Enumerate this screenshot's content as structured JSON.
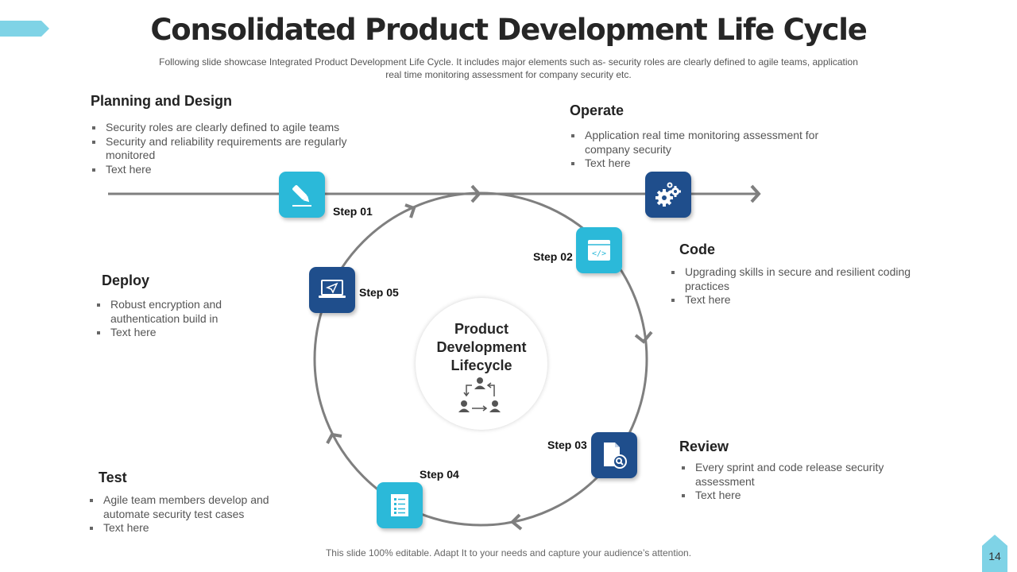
{
  "slide": {
    "title": "Consolidated Product Development Life Cycle",
    "subtitle": "Following slide showcase Integrated  Product Development  Life Cycle. It includes major elements such as- security roles are clearly defined to agile teams, application real time monitoring  assessment  for company security  etc.",
    "footer": "This slide 100% editable. Adapt  It to your needs and capture your audience’s attention.",
    "page_number": "14",
    "colors": {
      "accent_teal": "#2bb9d9",
      "accent_navy": "#1f4e8c",
      "connector_gray": "#7f7f7f",
      "tab_light_blue": "#7fd3e6"
    }
  },
  "center": {
    "title": "Product Development Lifecycle",
    "icon": "team-cycle-icon"
  },
  "sections": {
    "planning": {
      "title": "Planning and Design",
      "bullets": [
        "Security roles are clearly defined to agile teams",
        "Security and reliability  requirements are regularly monitored",
        "Text here"
      ]
    },
    "operate": {
      "title": "Operate",
      "bullets": [
        "Application  real time monitoring assessment for company security",
        "Text here"
      ]
    },
    "code": {
      "title": "Code",
      "bullets": [
        "Upgrading  skills in secure and resilient coding practices",
        "Text here"
      ]
    },
    "deploy": {
      "title": "Deploy",
      "bullets": [
        "Robust encryption and authentication build in",
        "Text here"
      ]
    },
    "review": {
      "title": "Review",
      "bullets": [
        "Every sprint and code release security assessment",
        "Text here"
      ]
    },
    "test": {
      "title": "Test",
      "bullets": [
        "Agile  team members develop and automate security test cases",
        "Text here"
      ]
    }
  },
  "steps": [
    {
      "label": "Step 01",
      "icon": "pen-icon"
    },
    {
      "label": "Step 02",
      "icon": "code-window-icon"
    },
    {
      "label": "Step 03",
      "icon": "document-search-icon"
    },
    {
      "label": "Step 04",
      "icon": "checklist-icon"
    },
    {
      "label": "Step 05",
      "icon": "laptop-send-icon"
    },
    {
      "label": "",
      "icon": "gears-icon"
    }
  ]
}
